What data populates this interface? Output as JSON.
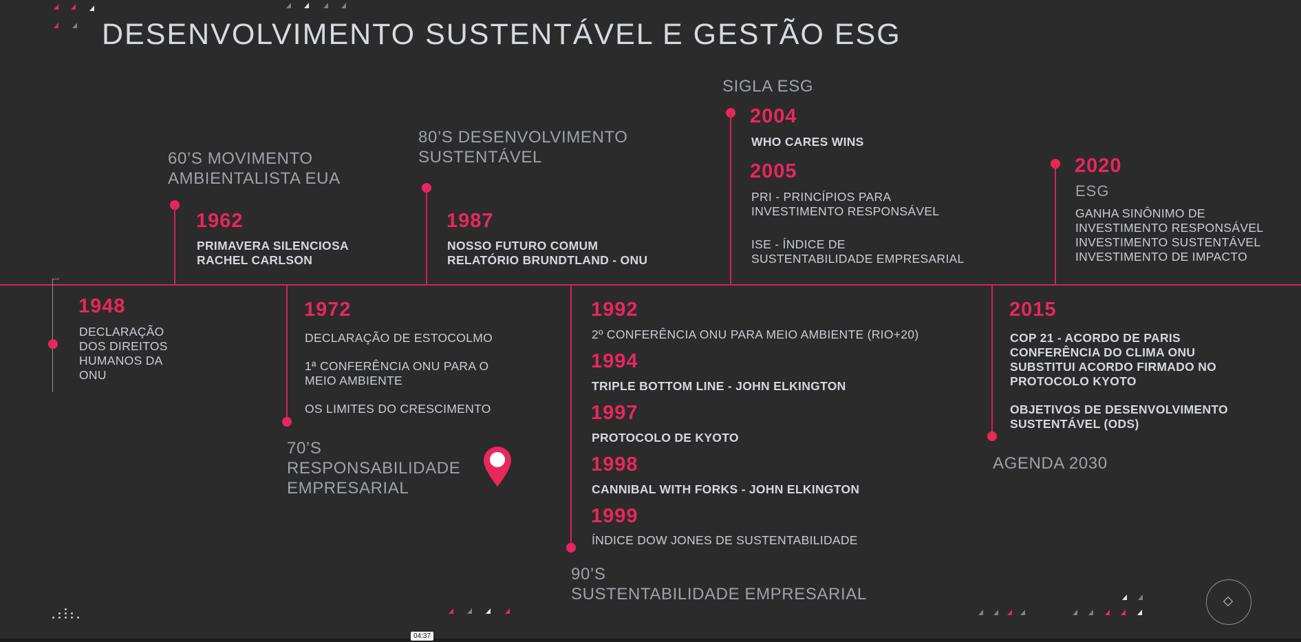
{
  "title": "DESENVOLVIMENTO SUSTENTÁVEL E GESTÃO ESG",
  "eras": {
    "e60s": [
      "60’S MOVIMENTO",
      "AMBIENTALISTA EUA"
    ],
    "e70s": [
      "70’S",
      "RESPONSABILIDADE",
      "EMPRESARIAL"
    ],
    "e80s": [
      "80’S DESENVOLVIMENTO",
      "SUSTENTÁVEL"
    ],
    "e90s": [
      "90’S",
      "SUSTENTABILIDADE EMPRESARIAL"
    ],
    "sigla": "SIGLA ESG",
    "agenda": "AGENDA 2030"
  },
  "events": {
    "y1948": {
      "year": "1948",
      "lines": [
        "DECLARAÇÃO",
        "DOS DIREITOS",
        "HUMANOS DA",
        "ONU"
      ]
    },
    "y1962": {
      "year": "1962",
      "lines": [
        "PRIMAVERA SILENCIOSA",
        "RACHEL CARLSON"
      ]
    },
    "y1972": {
      "year": "1972",
      "lines": [
        "DECLARAÇÃO DE ESTOCOLMO",
        "1ª CONFERÊNCIA ONU PARA O",
        "MEIO AMBIENTE",
        "OS LIMITES DO CRESCIMENTO"
      ]
    },
    "y1987": {
      "year": "1987",
      "lines": [
        "NOSSO FUTURO COMUM",
        "RELATÓRIO BRUNDTLAND - ONU"
      ]
    },
    "y1992": {
      "year": "1992",
      "lines": [
        "2º CONFERÊNCIA ONU PARA MEIO AMBIENTE (RIO+20)"
      ]
    },
    "y1994": {
      "year": "1994",
      "lines": [
        "TRIPLE BOTTOM LINE - JOHN ELKINGTON"
      ]
    },
    "y1997": {
      "year": "1997",
      "lines": [
        "PROTOCOLO DE KYOTO"
      ]
    },
    "y1998": {
      "year": "1998",
      "lines": [
        "CANNIBAL WITH FORKS - JOHN ELKINGTON"
      ]
    },
    "y1999": {
      "year": "1999",
      "lines": [
        "ÍNDICE DOW JONES DE SUSTENTABILIDADE"
      ]
    },
    "y2004": {
      "year": "2004",
      "lines": [
        "WHO CARES WINS"
      ]
    },
    "y2005": {
      "year": "2005",
      "lines": [
        "PRI - PRINCÍPIOS PARA",
        "INVESTIMENTO RESPONSÁVEL",
        "ISE - ÍNDICE DE",
        "SUSTENTABILIDADE EMPRESARIAL"
      ]
    },
    "y2015": {
      "year": "2015",
      "lines": [
        "COP 21 - ACORDO DE PARIS",
        "CONFERÊNCIA DO CLIMA ONU",
        "SUBSTITUI ACORDO FIRMADO NO",
        "PROTOCOLO KYOTO",
        "OBJETIVOS DE DESENVOLVIMENTO",
        "SUSTENTÁVEL (ODS)"
      ]
    },
    "y2020": {
      "year": "2020",
      "subtitle": "ESG",
      "lines": [
        "GANHA SINÔNIMO DE",
        "INVESTIMENTO RESPONSÁVEL",
        "INVESTIMENTO SUSTENTÁVEL",
        "INVESTIMENTO DE IMPACTO"
      ]
    }
  },
  "player": {
    "timestamp": "04:37"
  },
  "icons": {
    "pin": "map-pin-icon",
    "control": "circle-control-icon",
    "dots": "dots-grid-icon"
  },
  "colors": {
    "background": "#2b2b2c",
    "accent": "#e8275c",
    "text": "#c9cdd2",
    "muted": "#9ea2a8"
  }
}
